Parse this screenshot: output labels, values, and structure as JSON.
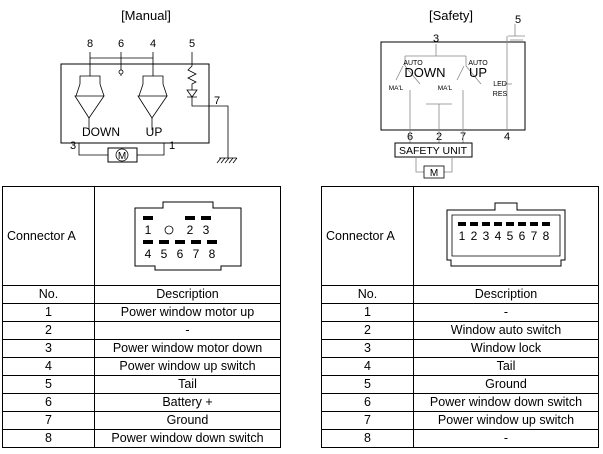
{
  "diagrams": {
    "manual": {
      "title": "[Manual]",
      "terminals": [
        "8",
        "6",
        "4",
        "5",
        "7",
        "3",
        "1"
      ],
      "down_label": "DOWN",
      "up_label": "UP",
      "motor_label": "M"
    },
    "safety": {
      "title": "[Safety]",
      "terminals": [
        "3",
        "5",
        "6",
        "2",
        "7",
        "4"
      ],
      "auto_label": "AUTO",
      "down_label": "DOWN",
      "up_label": "UP",
      "manual_label": "MA'L",
      "led_label": "LED",
      "res_label": "RES",
      "safety_unit_label": "SAFETY UNIT",
      "motor_label": "M"
    }
  },
  "connector_a": {
    "name": "Connector A",
    "pin_top": [
      "1",
      "2",
      "3"
    ],
    "pin_bottom": [
      "4",
      "5",
      "6",
      "7",
      "8"
    ],
    "header_no": "No.",
    "header_desc": "Description",
    "rows": [
      {
        "no": "1",
        "desc": "Power window motor up"
      },
      {
        "no": "2",
        "desc": "-"
      },
      {
        "no": "3",
        "desc": "Power window motor down"
      },
      {
        "no": "4",
        "desc": "Power window up switch"
      },
      {
        "no": "5",
        "desc": "Tail"
      },
      {
        "no": "6",
        "desc": "Battery +"
      },
      {
        "no": "7",
        "desc": "Ground"
      },
      {
        "no": "8",
        "desc": "Power window down switch"
      }
    ]
  },
  "connector_b": {
    "name": "Connector A",
    "pins": [
      "1",
      "2",
      "3",
      "4",
      "5",
      "6",
      "7",
      "8"
    ],
    "header_no": "No.",
    "header_desc": "Description",
    "rows": [
      {
        "no": "1",
        "desc": "-"
      },
      {
        "no": "2",
        "desc": "Window auto switch"
      },
      {
        "no": "3",
        "desc": "Window lock"
      },
      {
        "no": "4",
        "desc": "Tail"
      },
      {
        "no": "5",
        "desc": "Ground"
      },
      {
        "no": "6",
        "desc": "Power window down switch"
      },
      {
        "no": "7",
        "desc": "Power window up switch"
      },
      {
        "no": "8",
        "desc": "-"
      }
    ]
  }
}
